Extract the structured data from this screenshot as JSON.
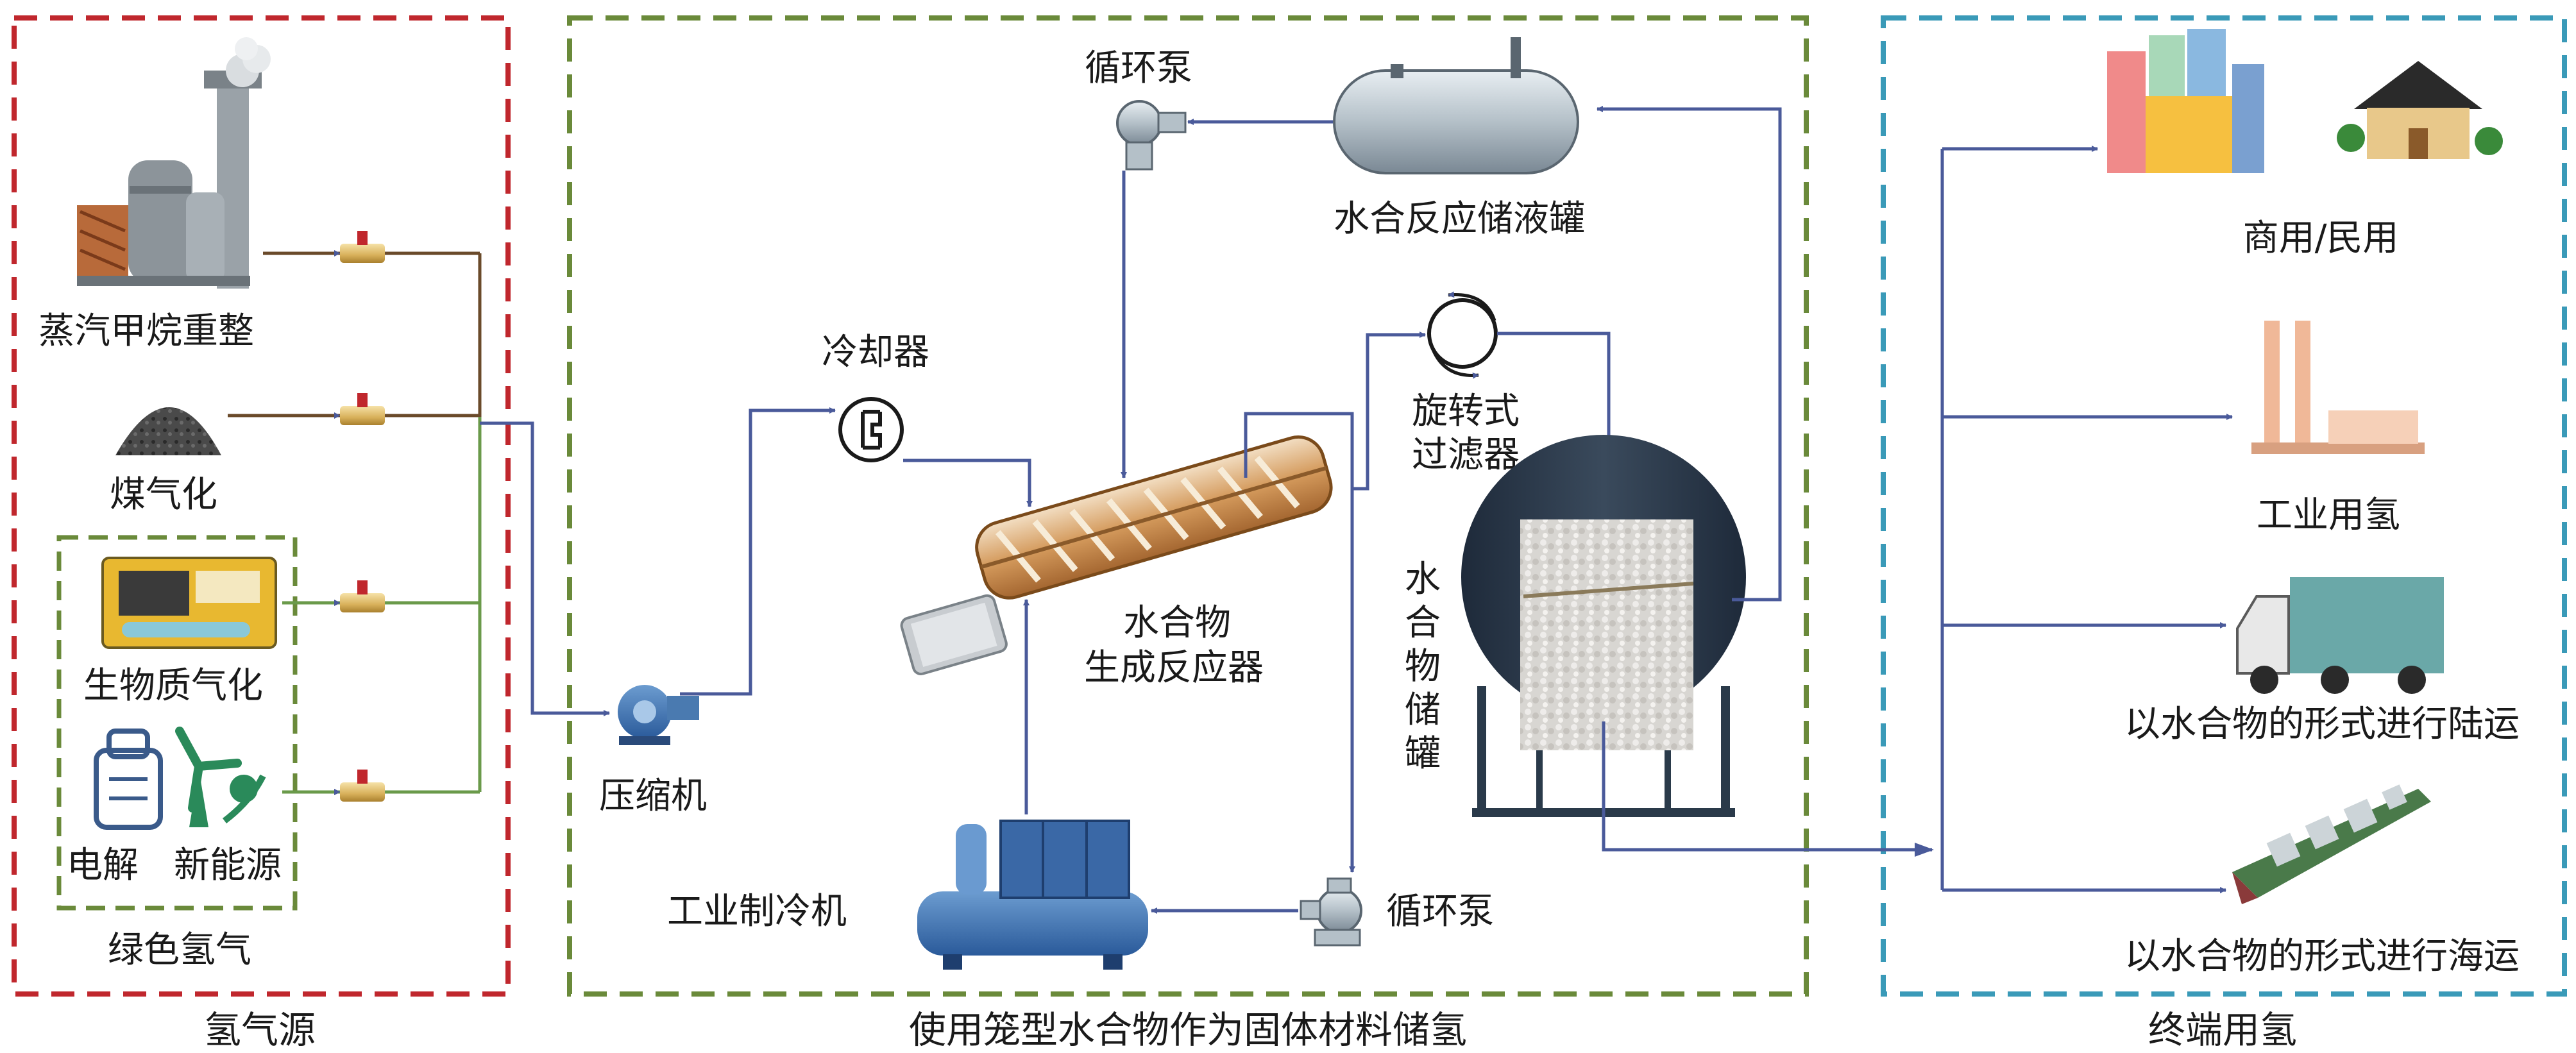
{
  "sections": {
    "hydrogen_source": {
      "caption": "氢气源",
      "items": {
        "smr": "蒸汽甲烷重整",
        "coal": "煤气化",
        "biomass": "生物质气化",
        "electrolysis": "电解",
        "renewable": "新能源"
      },
      "green_group_label": "绿色氢气",
      "border_color": "#c0272d"
    },
    "storage": {
      "caption": "使用笼型水合物作为固体材料储氢",
      "components": {
        "circ_pump_top": "循环泵",
        "liquid_tank": "水合反应储液罐",
        "cooler": "冷却器",
        "rotary_filter_line1": "旋转式",
        "rotary_filter_line2": "过滤器",
        "reactor_line1": "水合物",
        "reactor_line2": "生成反应器",
        "storage_tank_chars": [
          "水",
          "合",
          "物",
          "储",
          "罐"
        ],
        "compressor": "压缩机",
        "chiller": "工业制冷机",
        "circ_pump_bottom": "循环泵"
      },
      "border_color": "#6a8a3a"
    },
    "end_use": {
      "caption": "终端用氢",
      "items": {
        "commercial": "商用/民用",
        "industrial": "工业用氢",
        "land": "以水合物的形式进行陆运",
        "sea": "以水合物的形式进行海运"
      },
      "border_color": "#3a9ab8"
    }
  },
  "colors": {
    "flow_line": "#4a5a9a",
    "green_line": "#6a9a4a",
    "brown_line": "#6a4a2a"
  },
  "icons": [
    "factory-icon",
    "coal-pile-icon",
    "biomass-machine-icon",
    "electrolyzer-icon",
    "wind-turbine-icon",
    "valve-icon",
    "pump-icon",
    "tank-icon",
    "cooler-icon",
    "rotary-filter-icon",
    "screw-reactor-icon",
    "spherical-tank-icon",
    "compressor-icon",
    "chiller-icon",
    "buildings-icon",
    "house-icon",
    "chimney-icon",
    "truck-icon",
    "ship-icon"
  ]
}
